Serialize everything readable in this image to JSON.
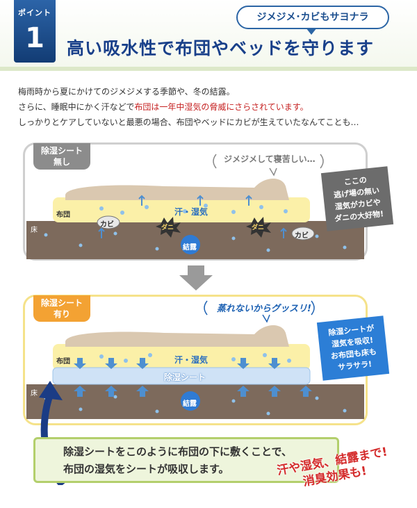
{
  "header": {
    "badge_label": "ポイント",
    "badge_number": "1",
    "sub_bubble": "ジメジメ･カビもサヨナラ",
    "title": "高い吸水性で布団やベッドを守ります"
  },
  "intro": {
    "line1": "梅雨時から夏にかけてのジメジメする季節や、冬の結露。",
    "line2_prefix": "さらに、睡眠中にかく汗などで",
    "line2_red": "布団は一年中湿気の脅威にさらされています。",
    "line3": "しっかりとケアしていないと最悪の場合、布団やベッドにカビが生えていたなんてことも…"
  },
  "panel_top": {
    "tag": [
      "除湿シート",
      "無し"
    ],
    "speech": "ジメジメして寝苦しい…",
    "futon": "布団",
    "floor": "床",
    "moisture": "汗・湿気",
    "condensation": "結露",
    "kabi1": "カビ",
    "kabi2": "カビ",
    "dani1": "ダニ",
    "dani2": "ダニ",
    "callout": [
      "ここの",
      "逃げ場の無い",
      "湿気がカビや",
      "ダニの大好物!"
    ]
  },
  "panel_bottom": {
    "tag": [
      "除湿シート",
      "有り"
    ],
    "speech": "蒸れないからグッスリ!",
    "futon": "布団",
    "floor": "床",
    "moisture": "汗・湿気",
    "sheet": "除湿シート",
    "condensation": "結露",
    "callout": [
      "除湿シートが",
      "湿気を吸収!",
      "お布団も床も",
      "サラサラ!"
    ]
  },
  "bottom_box": {
    "line1": "除湿シートをこのように布団の下に敷くことで、",
    "line2": "布団の湿気をシートが吸収します。"
  },
  "stamp": {
    "line1": "汗や湿気、結露まで!",
    "line2": "消臭効果も!"
  },
  "colors": {
    "navy": "#19408a",
    "red": "#c51f1f",
    "futon_yellow": "#fbf0a8",
    "floor_brown": "#7d6a5c",
    "sheet_blue": "#cfe2f6",
    "body_tan": "#dac8b0"
  }
}
